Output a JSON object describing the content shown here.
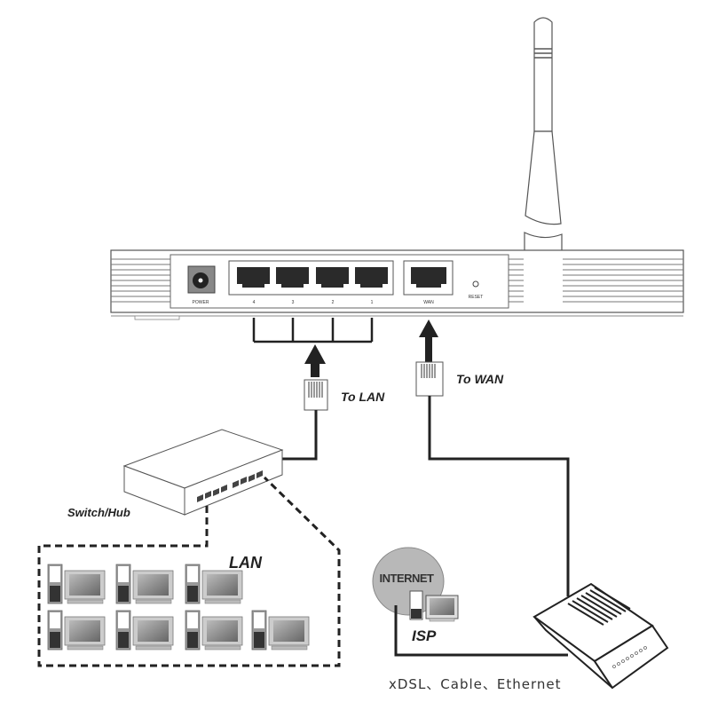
{
  "diagram": {
    "title": "Router connection diagram",
    "router": {
      "power_label": "POWER",
      "lan_ports": [
        "4",
        "3",
        "2",
        "1"
      ],
      "wan_label": "WAN",
      "reset_label": "RESET"
    },
    "labels": {
      "to_lan": "To LAN",
      "to_wan": "To WAN",
      "switch_hub": "Switch/Hub",
      "lan": "LAN",
      "internet": "INTERNET",
      "isp": "ISP",
      "modem_types": "xDSL、Cable、Ethernet"
    },
    "lan_computers": {
      "row1": 3,
      "row2": 4
    },
    "colors": {
      "line": "#222222",
      "port": "#2a2a2a",
      "internet_bubble": "#b8b8b8",
      "monitor_screen": "#8a8a8a"
    }
  }
}
